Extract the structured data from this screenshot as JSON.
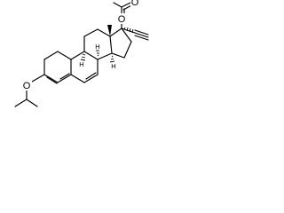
{
  "diagram": {
    "type": "chemical-structure",
    "atom_labels": {
      "ester_oxygen": "O",
      "carbonyl_oxygen": "O",
      "ether_oxygen": "O",
      "stereo_h_8": "H",
      "stereo_h_9": "H",
      "stereo_h_14": "H"
    },
    "colors": {
      "bond": "#000000",
      "background": "#ffffff"
    }
  }
}
